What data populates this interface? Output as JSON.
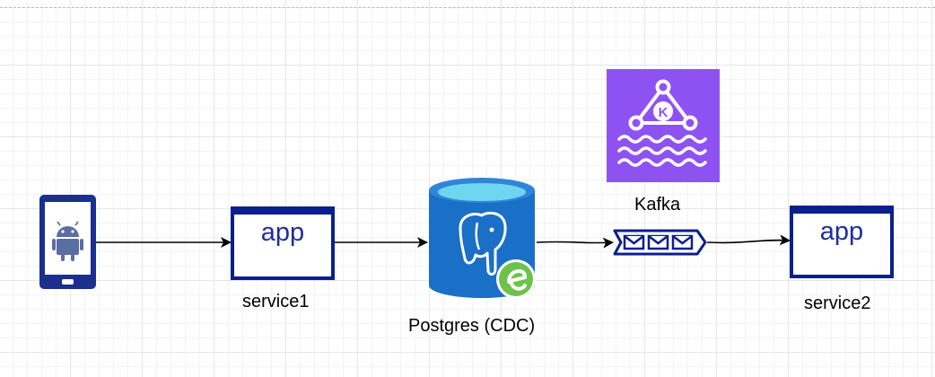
{
  "nodes": {
    "phone": {
      "icon": "android-phone-icon"
    },
    "service1": {
      "app_text": "app",
      "label": "service1"
    },
    "postgres": {
      "icon": "postgres-cdc-icon",
      "label": "Postgres (CDC)"
    },
    "kafka": {
      "icon": "kafka-icon",
      "label": "Kafka",
      "letter": "K"
    },
    "queue": {
      "icon": "message-queue-icon"
    },
    "service2": {
      "app_text": "app",
      "label": "service2"
    }
  },
  "colors": {
    "app_border": "#0a1f8f",
    "app_text": "#1f2e9e",
    "phone": "#1b2f8f",
    "android": "#5b6ea3",
    "postgres_body": "#1a6fc7",
    "postgres_top": "#6fd6f0",
    "postgres_badge": "#6dc24b",
    "kafka_bg": "#8f52f2",
    "queue": "#0a1f8f"
  }
}
